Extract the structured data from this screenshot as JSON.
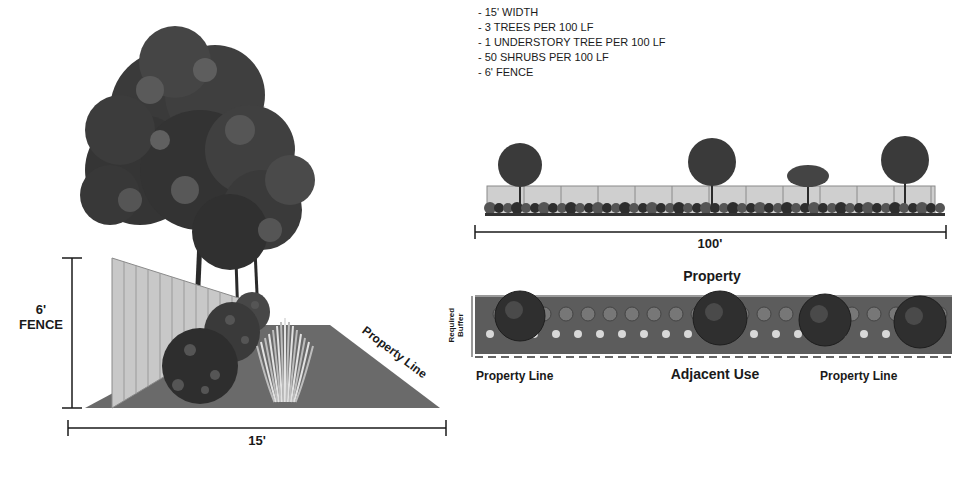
{
  "diagram": {
    "labels": [
      "6' FENCE",
      "15'",
      "Property Line",
      "- 15' WIDTH",
      "- 3 TREES PER 100 LF",
      "- 1 UNDERSTORY TREE PER 100 LF",
      "- 50 SHRUBS PER 100 LF",
      "- 6' FENCE",
      "100'",
      "Property",
      "Required Buffer",
      "Property Line",
      "Adjacent Use",
      "Property Line"
    ]
  }
}
